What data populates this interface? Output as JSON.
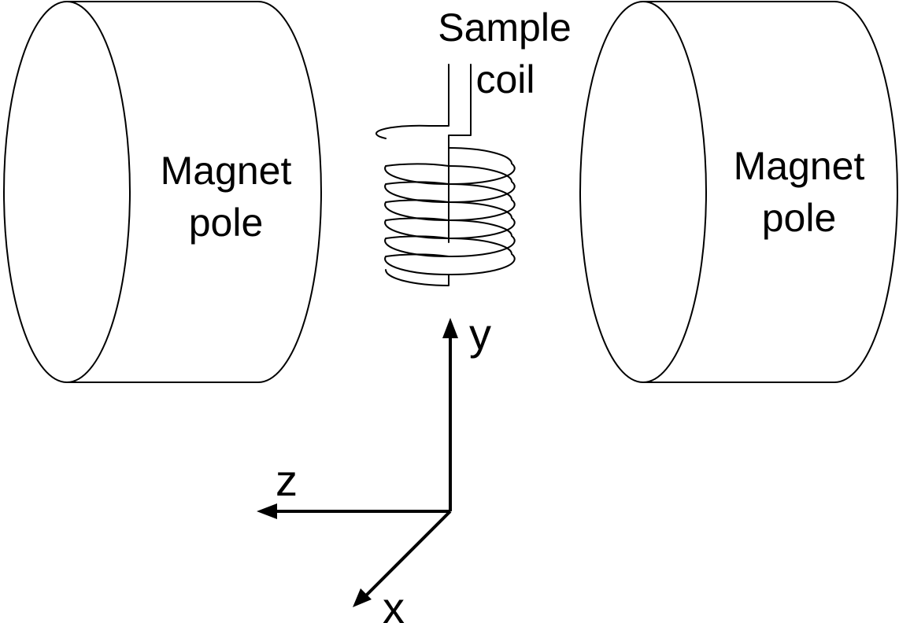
{
  "magnets": {
    "left": {
      "line1": "Magnet",
      "line2": "pole"
    },
    "right": {
      "line1": "Magnet",
      "line2": "pole"
    }
  },
  "coil": {
    "line1": "Sample",
    "line2": "coil",
    "turns": 6
  },
  "axes": {
    "x": "x",
    "y": "y",
    "z": "z"
  },
  "colors": {
    "ink": "#000000",
    "background": "#ffffff"
  }
}
